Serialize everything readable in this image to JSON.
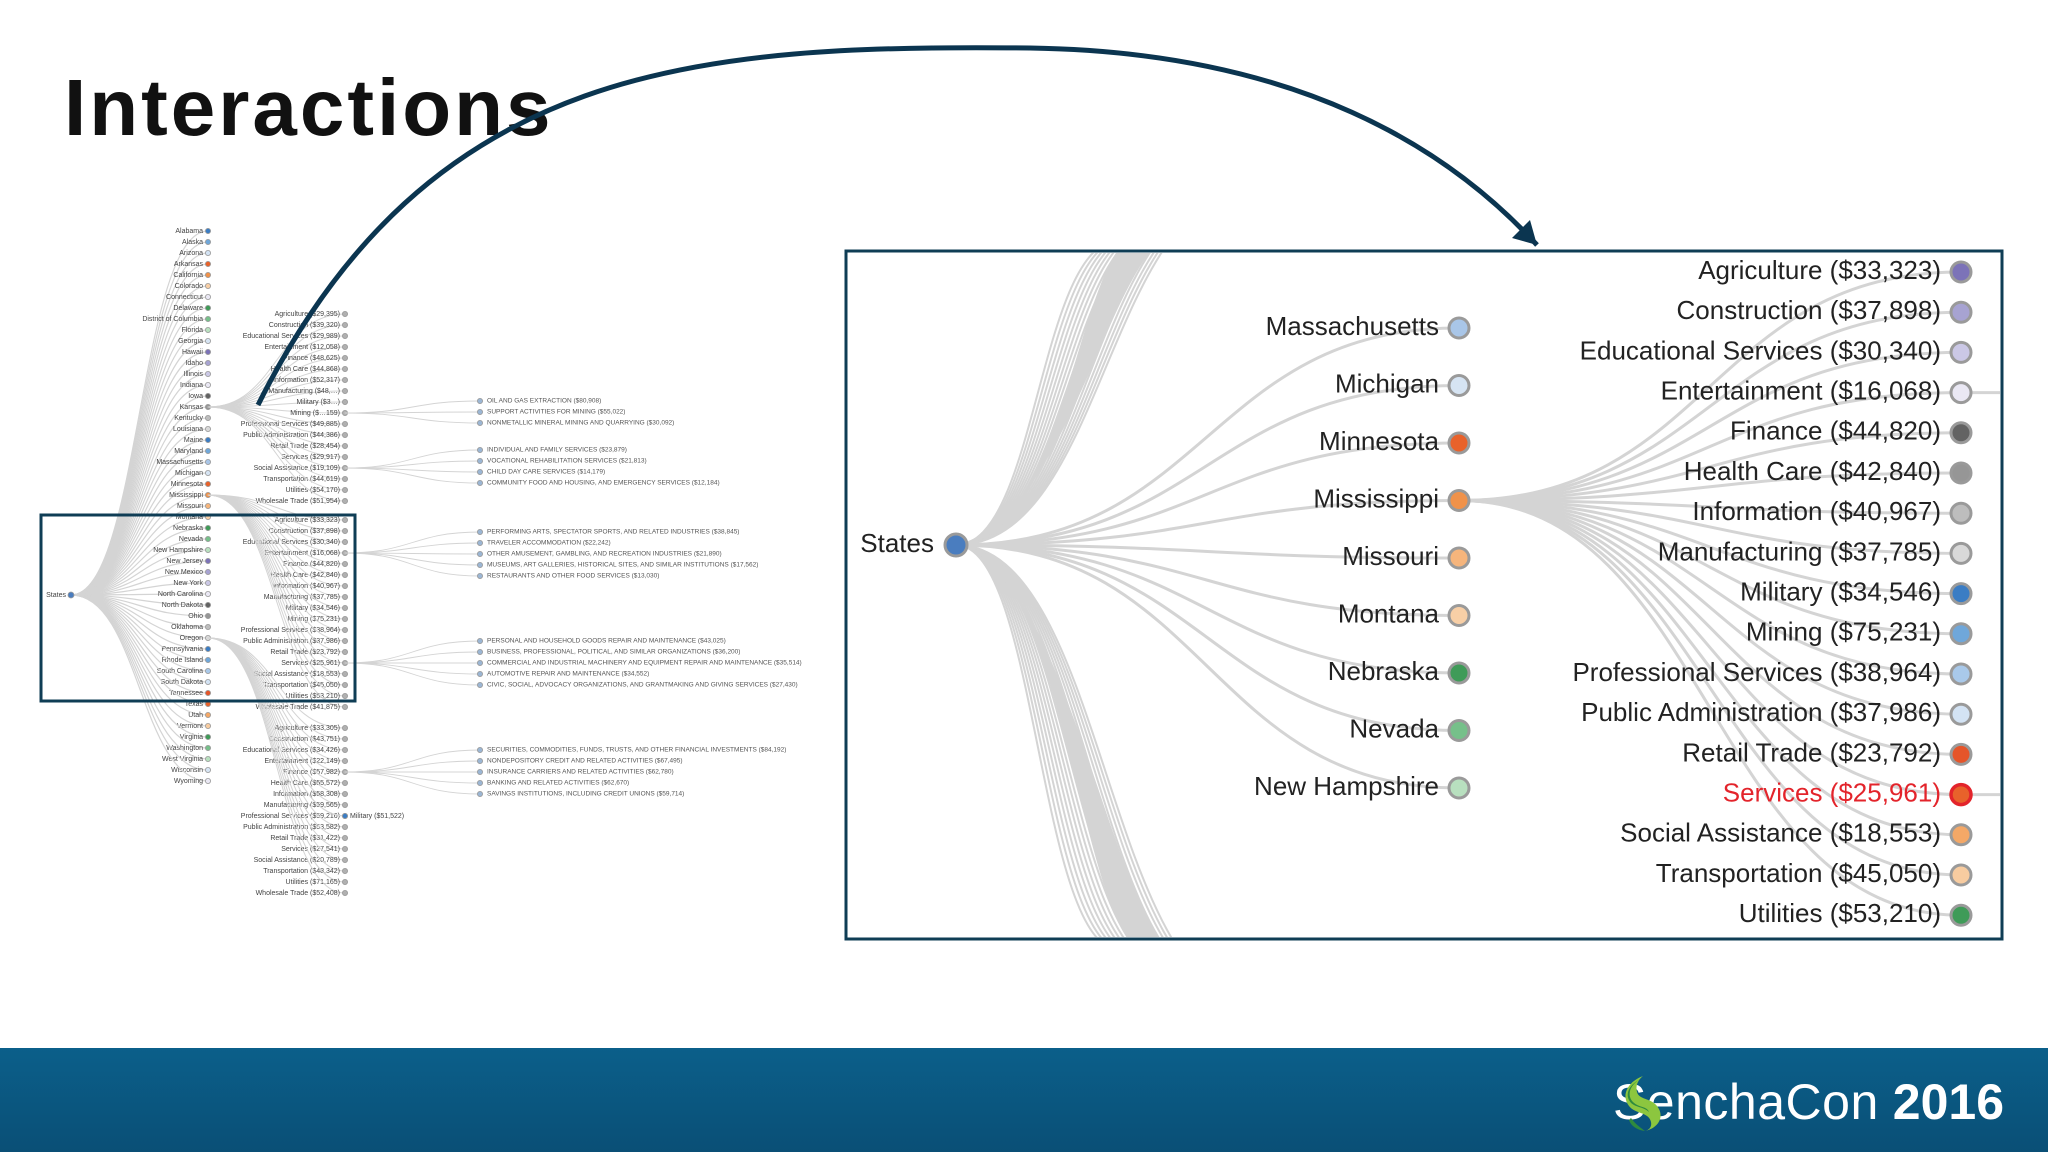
{
  "slide": {
    "title": "Interactions",
    "brand_name": "SenchaCon",
    "brand_year": "2016"
  },
  "zoom": {
    "root": "States",
    "states": [
      {
        "label": "Massachusetts",
        "color": "#a9c6e8"
      },
      {
        "label": "Michigan",
        "color": "#d6e4f3"
      },
      {
        "label": "Minnesota",
        "color": "#e8622b"
      },
      {
        "label": "Mississippi",
        "color": "#f0924a"
      },
      {
        "label": "Missouri",
        "color": "#f6b57c"
      },
      {
        "label": "Montana",
        "color": "#f8cfa6"
      },
      {
        "label": "Nebraska",
        "color": "#3f9b58"
      },
      {
        "label": "Nevada",
        "color": "#76c08a"
      },
      {
        "label": "New Hampshire",
        "color": "#b8e0bf"
      }
    ],
    "industries": [
      {
        "label": "Agriculture ($33,323)",
        "color": "#7c73b8",
        "highlight": false
      },
      {
        "label": "Construction ($37,898)",
        "color": "#a7a3d2",
        "highlight": false
      },
      {
        "label": "Educational Services ($30,340)",
        "color": "#cbc8e6",
        "highlight": false
      },
      {
        "label": "Entertainment ($16,068)",
        "color": "#eae8f4",
        "highlight": false
      },
      {
        "label": "Finance ($44,820)",
        "color": "#636363",
        "highlight": false
      },
      {
        "label": "Health Care ($42,840)",
        "color": "#969696",
        "highlight": false
      },
      {
        "label": "Information ($40,967)",
        "color": "#bdbdbd",
        "highlight": false
      },
      {
        "label": "Manufacturing ($37,785)",
        "color": "#d9d9d9",
        "highlight": false
      },
      {
        "label": "Military ($34,546)",
        "color": "#3b7dc4",
        "highlight": false
      },
      {
        "label": "Mining ($75,231)",
        "color": "#6fa7da",
        "highlight": false
      },
      {
        "label": "Professional Services ($38,964)",
        "color": "#a9c9ea",
        "highlight": false
      },
      {
        "label": "Public Administration ($37,986)",
        "color": "#d3e3f4",
        "highlight": false
      },
      {
        "label": "Retail Trade ($23,792)",
        "color": "#e5552a",
        "highlight": false
      },
      {
        "label": "Services ($25,961)",
        "color": "#e8622b",
        "highlight": true
      },
      {
        "label": "Social Assistance ($18,553)",
        "color": "#f4a867",
        "highlight": false
      },
      {
        "label": "Transportation ($45,050)",
        "color": "#f8cca0",
        "highlight": false
      },
      {
        "label": "Utilities ($53,210)",
        "color": "#3f9b58",
        "highlight": false
      }
    ]
  },
  "mini": {
    "root": "States",
    "states": [
      {
        "label": "Alabama",
        "color": "#3b7dc4"
      },
      {
        "label": "Alaska",
        "color": "#6fa7da"
      },
      {
        "label": "Arizona",
        "color": "#d3e3f4"
      },
      {
        "label": "Arkansas",
        "color": "#e8622b"
      },
      {
        "label": "California",
        "color": "#f0924a"
      },
      {
        "label": "Colorado",
        "color": "#f8cfa6"
      },
      {
        "label": "Connecticut",
        "color": "#eae8f4"
      },
      {
        "label": "Delaware",
        "color": "#3f9b58"
      },
      {
        "label": "District of Columbia",
        "color": "#76c08a"
      },
      {
        "label": "Florida",
        "color": "#b8e0bf"
      },
      {
        "label": "Georgia",
        "color": "#d6e4f3"
      },
      {
        "label": "Hawaii",
        "color": "#7c73b8"
      },
      {
        "label": "Idaho",
        "color": "#a7a3d2"
      },
      {
        "label": "Illinois",
        "color": "#cbc8e6"
      },
      {
        "label": "Indiana",
        "color": "#eae8f4"
      },
      {
        "label": "Iowa",
        "color": "#636363"
      },
      {
        "label": "Kansas",
        "color": "#969696"
      },
      {
        "label": "Kentucky",
        "color": "#bdbdbd"
      },
      {
        "label": "Louisiana",
        "color": "#d9d9d9"
      },
      {
        "label": "Maine",
        "color": "#3b7dc4"
      },
      {
        "label": "Maryland",
        "color": "#6fa7da"
      },
      {
        "label": "Massachusetts",
        "color": "#a9c6e8"
      },
      {
        "label": "Michigan",
        "color": "#d6e4f3"
      },
      {
        "label": "Minnesota",
        "color": "#e8622b"
      },
      {
        "label": "Mississippi",
        "color": "#f0924a"
      },
      {
        "label": "Missouri",
        "color": "#f6b57c"
      },
      {
        "label": "Montana",
        "color": "#f8cfa6"
      },
      {
        "label": "Nebraska",
        "color": "#3f9b58"
      },
      {
        "label": "Nevada",
        "color": "#76c08a"
      },
      {
        "label": "New Hampshire",
        "color": "#b8e0bf"
      },
      {
        "label": "New Jersey",
        "color": "#7c73b8"
      },
      {
        "label": "New Mexico",
        "color": "#a7a3d2"
      },
      {
        "label": "New York",
        "color": "#cbc8e6"
      },
      {
        "label": "North Carolina",
        "color": "#eae8f4"
      },
      {
        "label": "North Dakota",
        "color": "#636363"
      },
      {
        "label": "Ohio",
        "color": "#969696"
      },
      {
        "label": "Oklahoma",
        "color": "#bdbdbd"
      },
      {
        "label": "Oregon",
        "color": "#d9d9d9"
      },
      {
        "label": "Pennsylvania",
        "color": "#3b7dc4"
      },
      {
        "label": "Rhode Island",
        "color": "#6fa7da"
      },
      {
        "label": "South Carolina",
        "color": "#a9c9ea"
      },
      {
        "label": "South Dakota",
        "color": "#d3e3f4"
      },
      {
        "label": "Tennessee",
        "color": "#e5552a"
      },
      {
        "label": "Texas",
        "color": "#e8622b"
      },
      {
        "label": "Utah",
        "color": "#f4a867"
      },
      {
        "label": "Vermont",
        "color": "#f8cca0"
      },
      {
        "label": "Virginia",
        "color": "#3f9b58"
      },
      {
        "label": "Washington",
        "color": "#76c08a"
      },
      {
        "label": "West Virginia",
        "color": "#b8e0bf"
      },
      {
        "label": "Wisconsin",
        "color": "#d6e4f3"
      },
      {
        "label": "Wyoming",
        "color": "#eae8f4"
      }
    ],
    "kansas_industries": [
      "Agriculture ($29,395)",
      "Construction ($39,320)",
      "Educational Services ($29,989)",
      "Entertainment ($12,058)",
      "Finance ($48,625)",
      "Health Care ($44,868)",
      "Information ($52,317)",
      "Manufacturing ($48,…)",
      "Military ($3…)",
      "Mining ($…159)",
      "Professional Services ($49,885)",
      "Public Administration ($44,386)",
      "Retail Trade ($28,454)",
      "Services ($29,917)",
      "Social Assistance ($19,109)",
      "Transportation ($44,619)",
      "Utilities ($54,170)",
      "Wholesale Trade ($51,954)"
    ],
    "mississippi_industries": [
      "Agriculture ($33,323)",
      "Construction ($37,898)",
      "Educational Services ($30,340)",
      "Entertainment ($16,068)",
      "Finance ($44,820)",
      "Health Care ($42,840)",
      "Information ($40,967)",
      "Manufacturing ($37,785)",
      "Military ($34,546)",
      "Mining ($75,231)",
      "Professional Services ($38,964)",
      "Public Administration ($37,986)",
      "Retail Trade ($23,792)",
      "Services ($25,961)",
      "Social Assistance ($18,553)",
      "Transportation ($45,050)",
      "Utilities ($53,210)",
      "Wholesale Trade ($41,875)"
    ],
    "oregon_industries": [
      "Agriculture ($33,305)",
      "Construction ($43,751)",
      "Educational Services ($34,426)",
      "Entertainment ($22,149)",
      "Finance ($57,982)",
      "Health Care ($55,572)",
      "Information ($58,308)",
      "Manufacturing ($59,565)",
      "Professional Services ($59,216)",
      "Public Administration ($53,582)",
      "Retail Trade ($31,422)",
      "Services ($27,541)",
      "Social Assistance ($20,789)",
      "Transportation ($48,342)",
      "Utilities ($71,165)",
      "Wholesale Trade ($52,408)"
    ],
    "oregon_military": "Military ($51,522)",
    "mining_sub": [
      "OIL AND GAS EXTRACTION ($80,908)",
      "SUPPORT ACTIVITIES FOR MINING ($55,022)",
      "NONMETALLIC MINERAL MINING AND QUARRYING ($30,092)"
    ],
    "social_sub": [
      "INDIVIDUAL AND FAMILY SERVICES ($23,879)",
      "VOCATIONAL REHABILITATION SERVICES ($21,813)",
      "CHILD DAY CARE SERVICES ($14,179)",
      "COMMUNITY FOOD AND HOUSING, AND EMERGENCY SERVICES ($12,184)"
    ],
    "entertainment_sub": [
      "PERFORMING ARTS, SPECTATOR SPORTS, AND RELATED INDUSTRIES ($38,845)",
      "TRAVELER ACCOMMODATION ($22,242)",
      "OTHER AMUSEMENT, GAMBLING, AND RECREATION INDUSTRIES ($21,890)",
      "MUSEUMS, ART GALLERIES, HISTORICAL SITES, AND SIMILAR INSTITUTIONS ($17,562)",
      "RESTAURANTS AND OTHER FOOD SERVICES ($13,030)"
    ],
    "services_sub": [
      "PERSONAL AND HOUSEHOLD GOODS REPAIR AND MAINTENANCE ($43,025)",
      "BUSINESS, PROFESSIONAL, POLITICAL, AND SIMILAR ORGANIZATIONS ($36,200)",
      "COMMERCIAL AND INDUSTRIAL MACHINERY AND EQUIPMENT REPAIR AND MAINTENANCE ($35,514)",
      "AUTOMOTIVE REPAIR AND MAINTENANCE ($34,552)",
      "CIVIC, SOCIAL, ADVOCACY ORGANIZATIONS, AND GRANTMAKING AND GIVING SERVICES ($27,430)"
    ],
    "finance_sub": [
      "SECURITIES, COMMODITIES, FUNDS, TRUSTS, AND OTHER FINANCIAL INVESTMENTS ($84,192)",
      "NONDEPOSITORY CREDIT AND RELATED ACTIVITIES ($67,495)",
      "INSURANCE CARRIERS AND RELATED ACTIVITIES ($62,780)",
      "BANKING AND RELATED ACTIVITIES ($62,670)",
      "SAVINGS INSTITUTIONS, INCLUDING CREDIT UNIONS ($59,714)"
    ]
  },
  "colors": {
    "link": "#d4d4d4",
    "frame": "#0f3d55",
    "highlight_text": "#e3242b",
    "footer": "#0a5a84"
  }
}
